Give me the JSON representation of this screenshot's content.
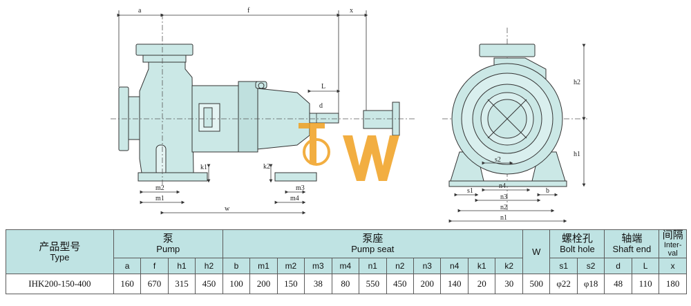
{
  "drawing": {
    "dimension_labels": {
      "a": "a",
      "f": "f",
      "x": "x",
      "L": "L",
      "d": "d",
      "k1": "k1",
      "k2": "k2",
      "m1": "m1",
      "m2": "m2",
      "m3": "m3",
      "m4": "m4",
      "w": "w",
      "h1": "h1",
      "h2": "h2",
      "s1": "s1",
      "s2": "s2",
      "b": "b",
      "n1": "n1",
      "n2": "n2",
      "n3": "n3",
      "n4": "n4"
    },
    "watermark": "BW",
    "colors": {
      "pump_fill": "#cbe8e6",
      "line": "#333333",
      "watermark_orange": "#f0a020",
      "header_bg": "#bfe3e3"
    }
  },
  "table": {
    "type_header_cn": "产品型号",
    "type_header_en": "Type",
    "pump_cn": "泵",
    "pump_en": "Pump",
    "seat_cn": "泵座",
    "seat_en": "Pump seat",
    "w_header": "W",
    "bolt_cn": "螺栓孔",
    "bolt_en": "Bolt hole",
    "shaft_cn": "轴端",
    "shaft_en": "Shaft end",
    "interval_cn": "间隔",
    "interval_en": "Inter-val",
    "sub_headers": [
      "a",
      "f",
      "h1",
      "h2",
      "b",
      "m1",
      "m2",
      "m3",
      "m4",
      "n1",
      "n2",
      "n3",
      "n4",
      "k1",
      "k2",
      "s1",
      "s2",
      "d",
      "L",
      "x"
    ],
    "row": {
      "type": "IHK200-150-400",
      "a": "160",
      "f": "670",
      "h1": "315",
      "h2": "450",
      "b": "100",
      "m1": "200",
      "m2": "150",
      "m3": "38",
      "m4": "80",
      "n1": "550",
      "n2": "450",
      "n3": "200",
      "n4": "140",
      "k1": "20",
      "k2": "30",
      "w": "500",
      "s1": "φ22",
      "s2": "φ18",
      "d": "48",
      "L": "110",
      "x": "180"
    }
  }
}
